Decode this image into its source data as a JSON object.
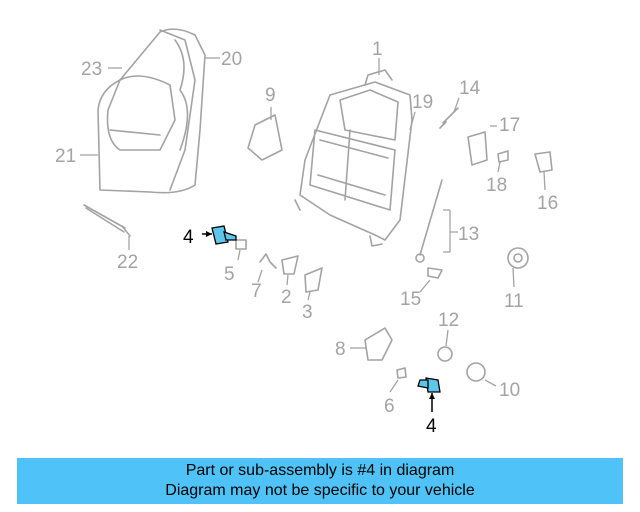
{
  "callouts": [
    {
      "id": "1",
      "highlight": false
    },
    {
      "id": "2",
      "highlight": false
    },
    {
      "id": "3",
      "highlight": false
    },
    {
      "id": "4",
      "highlight": true
    },
    {
      "id": "4",
      "highlight": true
    },
    {
      "id": "5",
      "highlight": false
    },
    {
      "id": "6",
      "highlight": false
    },
    {
      "id": "7",
      "highlight": false
    },
    {
      "id": "8",
      "highlight": false
    },
    {
      "id": "9",
      "highlight": false
    },
    {
      "id": "10",
      "highlight": false
    },
    {
      "id": "11",
      "highlight": false
    },
    {
      "id": "12",
      "highlight": false
    },
    {
      "id": "13",
      "highlight": false
    },
    {
      "id": "14",
      "highlight": false
    },
    {
      "id": "15",
      "highlight": false
    },
    {
      "id": "16",
      "highlight": false
    },
    {
      "id": "17",
      "highlight": false
    },
    {
      "id": "18",
      "highlight": false
    },
    {
      "id": "19",
      "highlight": false
    },
    {
      "id": "20",
      "highlight": false
    },
    {
      "id": "21",
      "highlight": false
    },
    {
      "id": "22",
      "highlight": false
    },
    {
      "id": "23",
      "highlight": false
    }
  ],
  "colors": {
    "highlight_fill": "#5ec6ea",
    "line_gray": "#a3a3a3",
    "banner": "#4fc3f7"
  },
  "banner": {
    "line1": "Part or sub-assembly is #4 in diagram",
    "line2": "Diagram may not be specific to your vehicle"
  }
}
